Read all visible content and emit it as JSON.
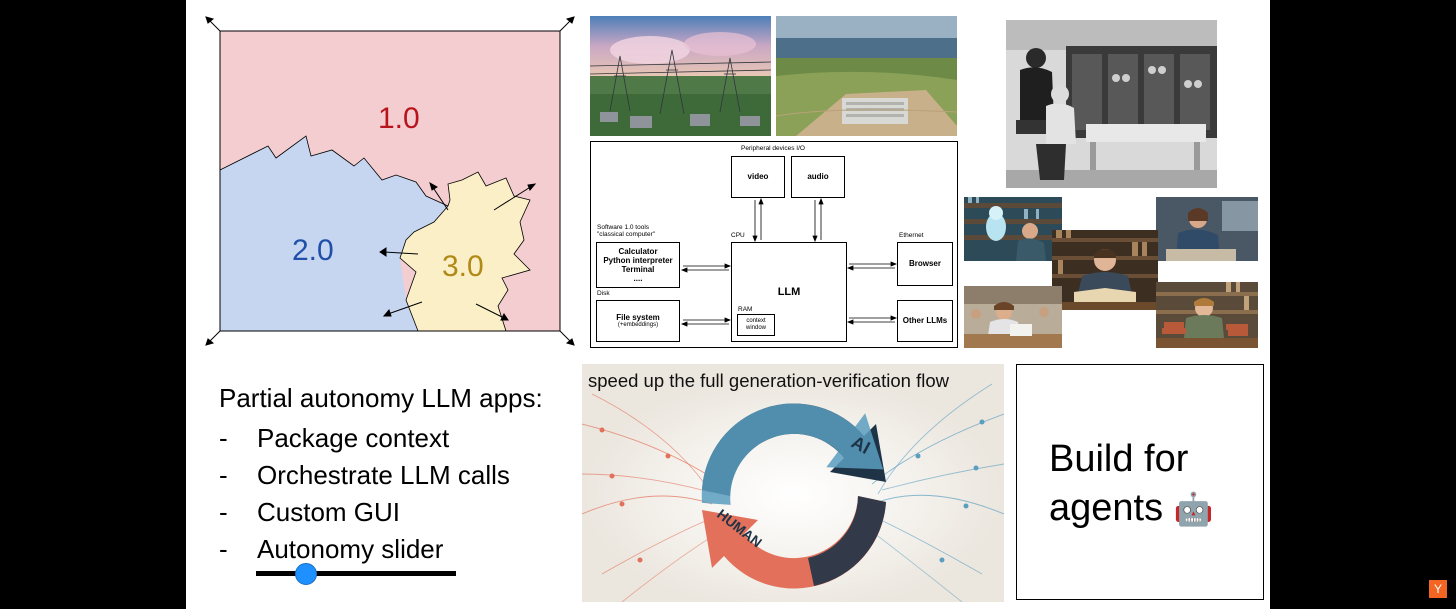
{
  "software_map": {
    "label_1": "1.0",
    "label_2": "2.0",
    "label_3": "3.0",
    "colors": {
      "region_1": "#f4cdd0",
      "region_2": "#c7d6f0",
      "region_3": "#fbefc8",
      "label_1": "#b8141c",
      "label_2": "#1f4fa8",
      "label_3": "#b08a14"
    }
  },
  "architecture": {
    "title": "Peripheral devices I/O",
    "video": "video",
    "audio": "audio",
    "tools_caption_1": "Software 1.0 tools",
    "tools_caption_2": "\"classical computer\"",
    "tools_lines": [
      "Calculator",
      "Python interpreter",
      "Terminal",
      "...."
    ],
    "cpu_label": "CPU",
    "llm": "LLM",
    "ram_label": "RAM",
    "context_1": "context",
    "context_2": "window",
    "disk_label": "Disk",
    "fs_1": "File system",
    "fs_2": "(+embeddings)",
    "ethernet_label": "Ethernet",
    "browser": "Browser",
    "other_llms": "Other LLMs"
  },
  "bullets": {
    "heading": "Partial autonomy LLM apps:",
    "dash": "-",
    "items": [
      "Package context",
      "Orchestrate LLM calls",
      "Custom GUI",
      "Autonomy slider"
    ],
    "slider_value": 0.25,
    "slider_color": "#1e90ff"
  },
  "flow": {
    "caption": "speed up the full generation-verification flow",
    "ai_label": "AI",
    "human_label": "HUMAN",
    "colors": {
      "ai": "#5a9ec0",
      "human": "#e2705a",
      "dark": "#1f3346"
    }
  },
  "agents": {
    "line_1": "Build for",
    "line_2": "agents",
    "emoji": "🤖"
  },
  "corner_logo": "Y"
}
